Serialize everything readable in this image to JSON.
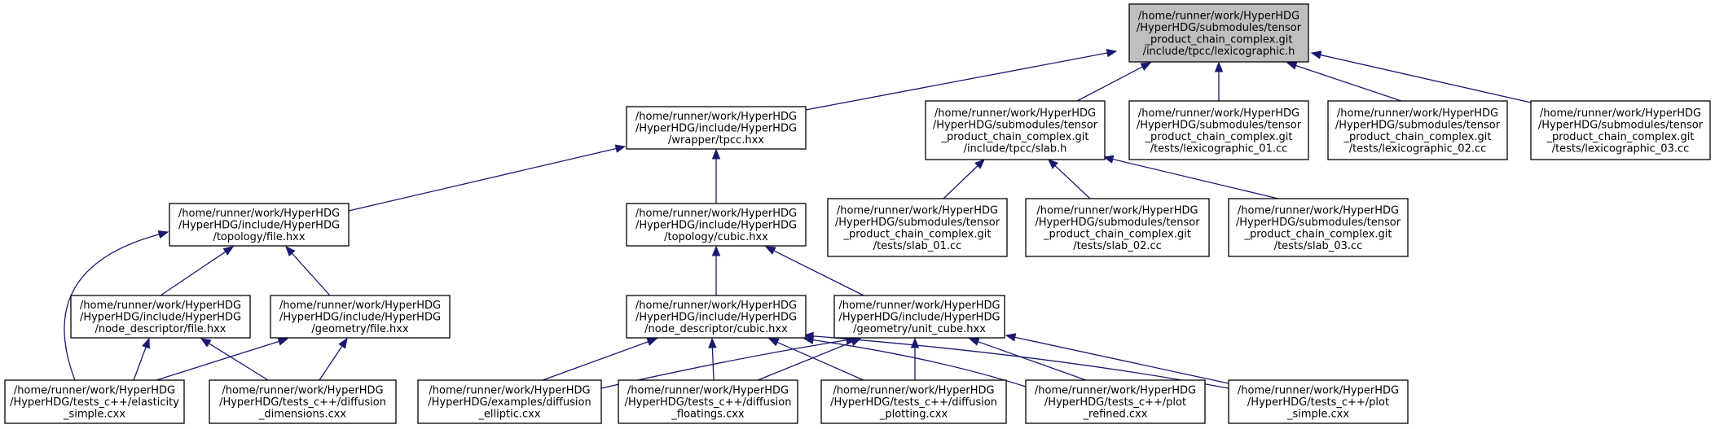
{
  "graph": {
    "kind": "include-dependency-graph",
    "colors": {
      "edge": "#191970",
      "root_fill": "#bfbfbf",
      "node_fill": "#ffffff",
      "node_border": "#000000"
    },
    "nodes": [
      {
        "id": "lexico",
        "lines": [
          "/home/runner/work/HyperHDG",
          "/HyperHDG/submodules/tensor",
          "_product_chain_complex.git",
          "/include/tpcc/lexicographic.h"
        ],
        "root": true
      },
      {
        "id": "wrapper_tpcc",
        "lines": [
          "/home/runner/work/HyperHDG",
          "/HyperHDG/include/HyperHDG",
          "/wrapper/tpcc.hxx"
        ]
      },
      {
        "id": "slab_h",
        "lines": [
          "/home/runner/work/HyperHDG",
          "/HyperHDG/submodules/tensor",
          "_product_chain_complex.git",
          "/include/tpcc/slab.h"
        ]
      },
      {
        "id": "lexico_01",
        "lines": [
          "/home/runner/work/HyperHDG",
          "/HyperHDG/submodules/tensor",
          "_product_chain_complex.git",
          "/tests/lexicographic_01.cc"
        ]
      },
      {
        "id": "lexico_02",
        "lines": [
          "/home/runner/work/HyperHDG",
          "/HyperHDG/submodules/tensor",
          "_product_chain_complex.git",
          "/tests/lexicographic_02.cc"
        ]
      },
      {
        "id": "lexico_03",
        "lines": [
          "/home/runner/work/HyperHDG",
          "/HyperHDG/submodules/tensor",
          "_product_chain_complex.git",
          "/tests/lexicographic_03.cc"
        ]
      },
      {
        "id": "topo_file",
        "lines": [
          "/home/runner/work/HyperHDG",
          "/HyperHDG/include/HyperHDG",
          "/topology/file.hxx"
        ]
      },
      {
        "id": "topo_cubic",
        "lines": [
          "/home/runner/work/HyperHDG",
          "/HyperHDG/include/HyperHDG",
          "/topology/cubic.hxx"
        ]
      },
      {
        "id": "slab_01",
        "lines": [
          "/home/runner/work/HyperHDG",
          "/HyperHDG/submodules/tensor",
          "_product_chain_complex.git",
          "/tests/slab_01.cc"
        ]
      },
      {
        "id": "slab_02",
        "lines": [
          "/home/runner/work/HyperHDG",
          "/HyperHDG/submodules/tensor",
          "_product_chain_complex.git",
          "/tests/slab_02.cc"
        ]
      },
      {
        "id": "slab_03",
        "lines": [
          "/home/runner/work/HyperHDG",
          "/HyperHDG/submodules/tensor",
          "_product_chain_complex.git",
          "/tests/slab_03.cc"
        ]
      },
      {
        "id": "nd_file",
        "lines": [
          "/home/runner/work/HyperHDG",
          "/HyperHDG/include/HyperHDG",
          "/node_descriptor/file.hxx"
        ]
      },
      {
        "id": "geo_file",
        "lines": [
          "/home/runner/work/HyperHDG",
          "/HyperHDG/include/HyperHDG",
          "/geometry/file.hxx"
        ]
      },
      {
        "id": "nd_cubic",
        "lines": [
          "/home/runner/work/HyperHDG",
          "/HyperHDG/include/HyperHDG",
          "/node_descriptor/cubic.hxx"
        ]
      },
      {
        "id": "geo_unit_cube",
        "lines": [
          "/home/runner/work/HyperHDG",
          "/HyperHDG/include/HyperHDG",
          "/geometry/unit_cube.hxx"
        ]
      },
      {
        "id": "elasticity",
        "lines": [
          "/home/runner/work/HyperHDG",
          "/HyperHDG/tests_c++/elasticity",
          "_simple.cxx"
        ]
      },
      {
        "id": "diff_dims",
        "lines": [
          "/home/runner/work/HyperHDG",
          "/HyperHDG/tests_c++/diffusion",
          "_dimensions.cxx"
        ]
      },
      {
        "id": "ex_diff_elliptic",
        "lines": [
          "/home/runner/work/HyperHDG",
          "/HyperHDG/examples/diffusion",
          "_elliptic.cxx"
        ]
      },
      {
        "id": "diff_floatings",
        "lines": [
          "/home/runner/work/HyperHDG",
          "/HyperHDG/tests_c++/diffusion",
          "_floatings.cxx"
        ]
      },
      {
        "id": "diff_plotting",
        "lines": [
          "/home/runner/work/HyperHDG",
          "/HyperHDG/tests_c++/diffusion",
          "_plotting.cxx"
        ]
      },
      {
        "id": "plot_refined",
        "lines": [
          "/home/runner/work/HyperHDG",
          "/HyperHDG/tests_c++/plot",
          "_refined.cxx"
        ]
      },
      {
        "id": "plot_simple",
        "lines": [
          "/home/runner/work/HyperHDG",
          "/HyperHDG/tests_c++/plot",
          "_simple.cxx"
        ]
      }
    ],
    "edges": [
      {
        "from": "wrapper_tpcc",
        "to": "lexico"
      },
      {
        "from": "slab_h",
        "to": "lexico"
      },
      {
        "from": "lexico_01",
        "to": "lexico"
      },
      {
        "from": "lexico_02",
        "to": "lexico"
      },
      {
        "from": "lexico_03",
        "to": "lexico"
      },
      {
        "from": "topo_file",
        "to": "wrapper_tpcc"
      },
      {
        "from": "topo_cubic",
        "to": "wrapper_tpcc"
      },
      {
        "from": "slab_01",
        "to": "slab_h"
      },
      {
        "from": "slab_02",
        "to": "slab_h"
      },
      {
        "from": "slab_03",
        "to": "slab_h"
      },
      {
        "from": "nd_file",
        "to": "topo_file"
      },
      {
        "from": "geo_file",
        "to": "topo_file"
      },
      {
        "from": "elasticity",
        "to": "topo_file"
      },
      {
        "from": "nd_cubic",
        "to": "topo_cubic"
      },
      {
        "from": "geo_unit_cube",
        "to": "topo_cubic"
      },
      {
        "from": "elasticity",
        "to": "nd_file"
      },
      {
        "from": "diff_dims",
        "to": "nd_file"
      },
      {
        "from": "elasticity",
        "to": "geo_file"
      },
      {
        "from": "diff_dims",
        "to": "geo_file"
      },
      {
        "from": "ex_diff_elliptic",
        "to": "nd_cubic"
      },
      {
        "from": "diff_floatings",
        "to": "nd_cubic"
      },
      {
        "from": "diff_plotting",
        "to": "nd_cubic"
      },
      {
        "from": "plot_refined",
        "to": "nd_cubic"
      },
      {
        "from": "plot_simple",
        "to": "nd_cubic"
      },
      {
        "from": "ex_diff_elliptic",
        "to": "geo_unit_cube"
      },
      {
        "from": "diff_floatings",
        "to": "geo_unit_cube"
      },
      {
        "from": "diff_plotting",
        "to": "geo_unit_cube"
      },
      {
        "from": "plot_refined",
        "to": "geo_unit_cube"
      },
      {
        "from": "plot_simple",
        "to": "geo_unit_cube"
      }
    ]
  }
}
